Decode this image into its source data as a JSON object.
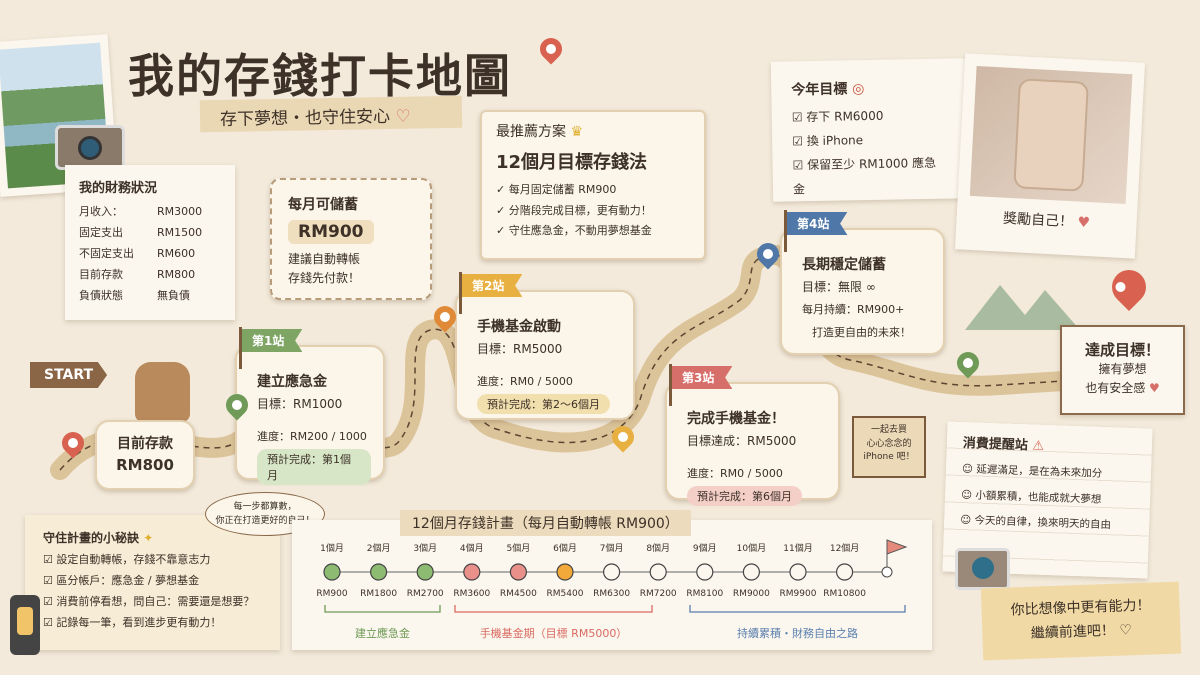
{
  "header": {
    "title": "我的存錢打卡地圖",
    "subtitle": "存下夢想・也守住安心"
  },
  "finance": {
    "title": "我的財務狀況",
    "rows": [
      {
        "label": "月收入：",
        "value": "RM3000"
      },
      {
        "label": "固定支出",
        "value": "RM1500"
      },
      {
        "label": "不固定支出",
        "value": "RM600"
      },
      {
        "label": "目前存款",
        "value": "RM800"
      },
      {
        "label": "負債狀態",
        "value": "無負債"
      }
    ]
  },
  "monthly": {
    "title": "每月可儲蓄",
    "amount": "RM900",
    "note1": "建議自動轉帳",
    "note2": "存錢先付款！"
  },
  "plan": {
    "tag": "最推薦方案",
    "title": "12個月目標存錢法",
    "items": [
      "每月固定儲蓄 RM900",
      "分階段完成目標，更有動力！",
      "守住應急金，不動用夢想基金"
    ]
  },
  "goals": {
    "title": "今年目標",
    "items": [
      "存下 RM6000",
      "換 iPhone",
      "保留至少 RM1000 應急金"
    ]
  },
  "photo": {
    "caption": "獎勵自己！"
  },
  "start": {
    "sign": "START",
    "label": "目前存款",
    "amount": "RM800"
  },
  "stations": [
    {
      "flag": "第1站",
      "title": "建立應急金",
      "target": "目標：RM1000",
      "progress": "進度：RM200 / 1000",
      "eta": "預計完成：第1個月",
      "color": "#7fa565",
      "pill": "#d7e6c6"
    },
    {
      "flag": "第2站",
      "title": "手機基金啟動",
      "target": "目標：RM5000",
      "progress": "進度：RM0 / 5000",
      "eta": "預計完成：第2～6個月",
      "color": "#e8b040",
      "pill": "#f2dfae"
    },
    {
      "flag": "第3站",
      "title": "完成手機基金！",
      "target": "目標達成：RM5000",
      "progress": "進度：RM0 / 5000",
      "eta": "預計完成：第6個月",
      "color": "#d66f6a",
      "pill": "#f4cfc8"
    },
    {
      "flag": "第4站",
      "title": "長期穩定儲蓄",
      "target": "目標：無限 ∞",
      "progress": "每月持續：RM900+",
      "eta": "打造更自由的未來！",
      "color": "#4f78a8",
      "pill": "transparent"
    }
  ],
  "achieve": {
    "title": "達成目標！",
    "line1": "擁有夢想",
    "line2": "也有安全感"
  },
  "sign": {
    "text1": "一起去買",
    "text2": "心心念念的",
    "text3": "iPhone 吧！"
  },
  "reminder": {
    "title": "消費提醒站",
    "items": [
      "延遲滿足，是在為未來加分",
      "小額累積，也能成就大夢想",
      "今天的自律，換來明天的自由"
    ]
  },
  "tips": {
    "title": "守住計畫的小秘訣",
    "items": [
      "設定自動轉帳，存錢不靠意志力",
      "區分帳戶：應急金 / 夢想基金",
      "消費前停看想，問自己：需要還是想要？",
      "記錄每一筆，看到進步更有動力！"
    ]
  },
  "bubble": {
    "line1": "每一步都算數，",
    "line2": "你正在打造更好的自己！"
  },
  "timeline": {
    "title": "12個月存錢計畫（每月自動轉帳 RM900）",
    "months": [
      "1個月",
      "2個月",
      "3個月",
      "4個月",
      "5個月",
      "6個月",
      "7個月",
      "8個月",
      "9個月",
      "10個月",
      "11個月",
      "12個月"
    ],
    "amounts": [
      "RM900",
      "RM1800",
      "RM2700",
      "RM3600",
      "RM4500",
      "RM5400",
      "RM6300",
      "RM7200",
      "RM8100",
      "RM9000",
      "RM9900",
      "RM10800"
    ],
    "status": [
      "green",
      "green",
      "green",
      "red",
      "red",
      "orange",
      "empty",
      "empty",
      "empty",
      "empty",
      "empty",
      "empty"
    ],
    "phases": [
      {
        "label": "建立應急金",
        "color": "#6f9a57"
      },
      {
        "label": "手機基金期（目標 RM5000）",
        "color": "#d96a62"
      },
      {
        "label": "持續累積・財務自由之路",
        "color": "#5a7fae"
      }
    ]
  },
  "encourage": {
    "line1": "你比想像中更有能力！",
    "line2": "繼續前進吧！"
  }
}
